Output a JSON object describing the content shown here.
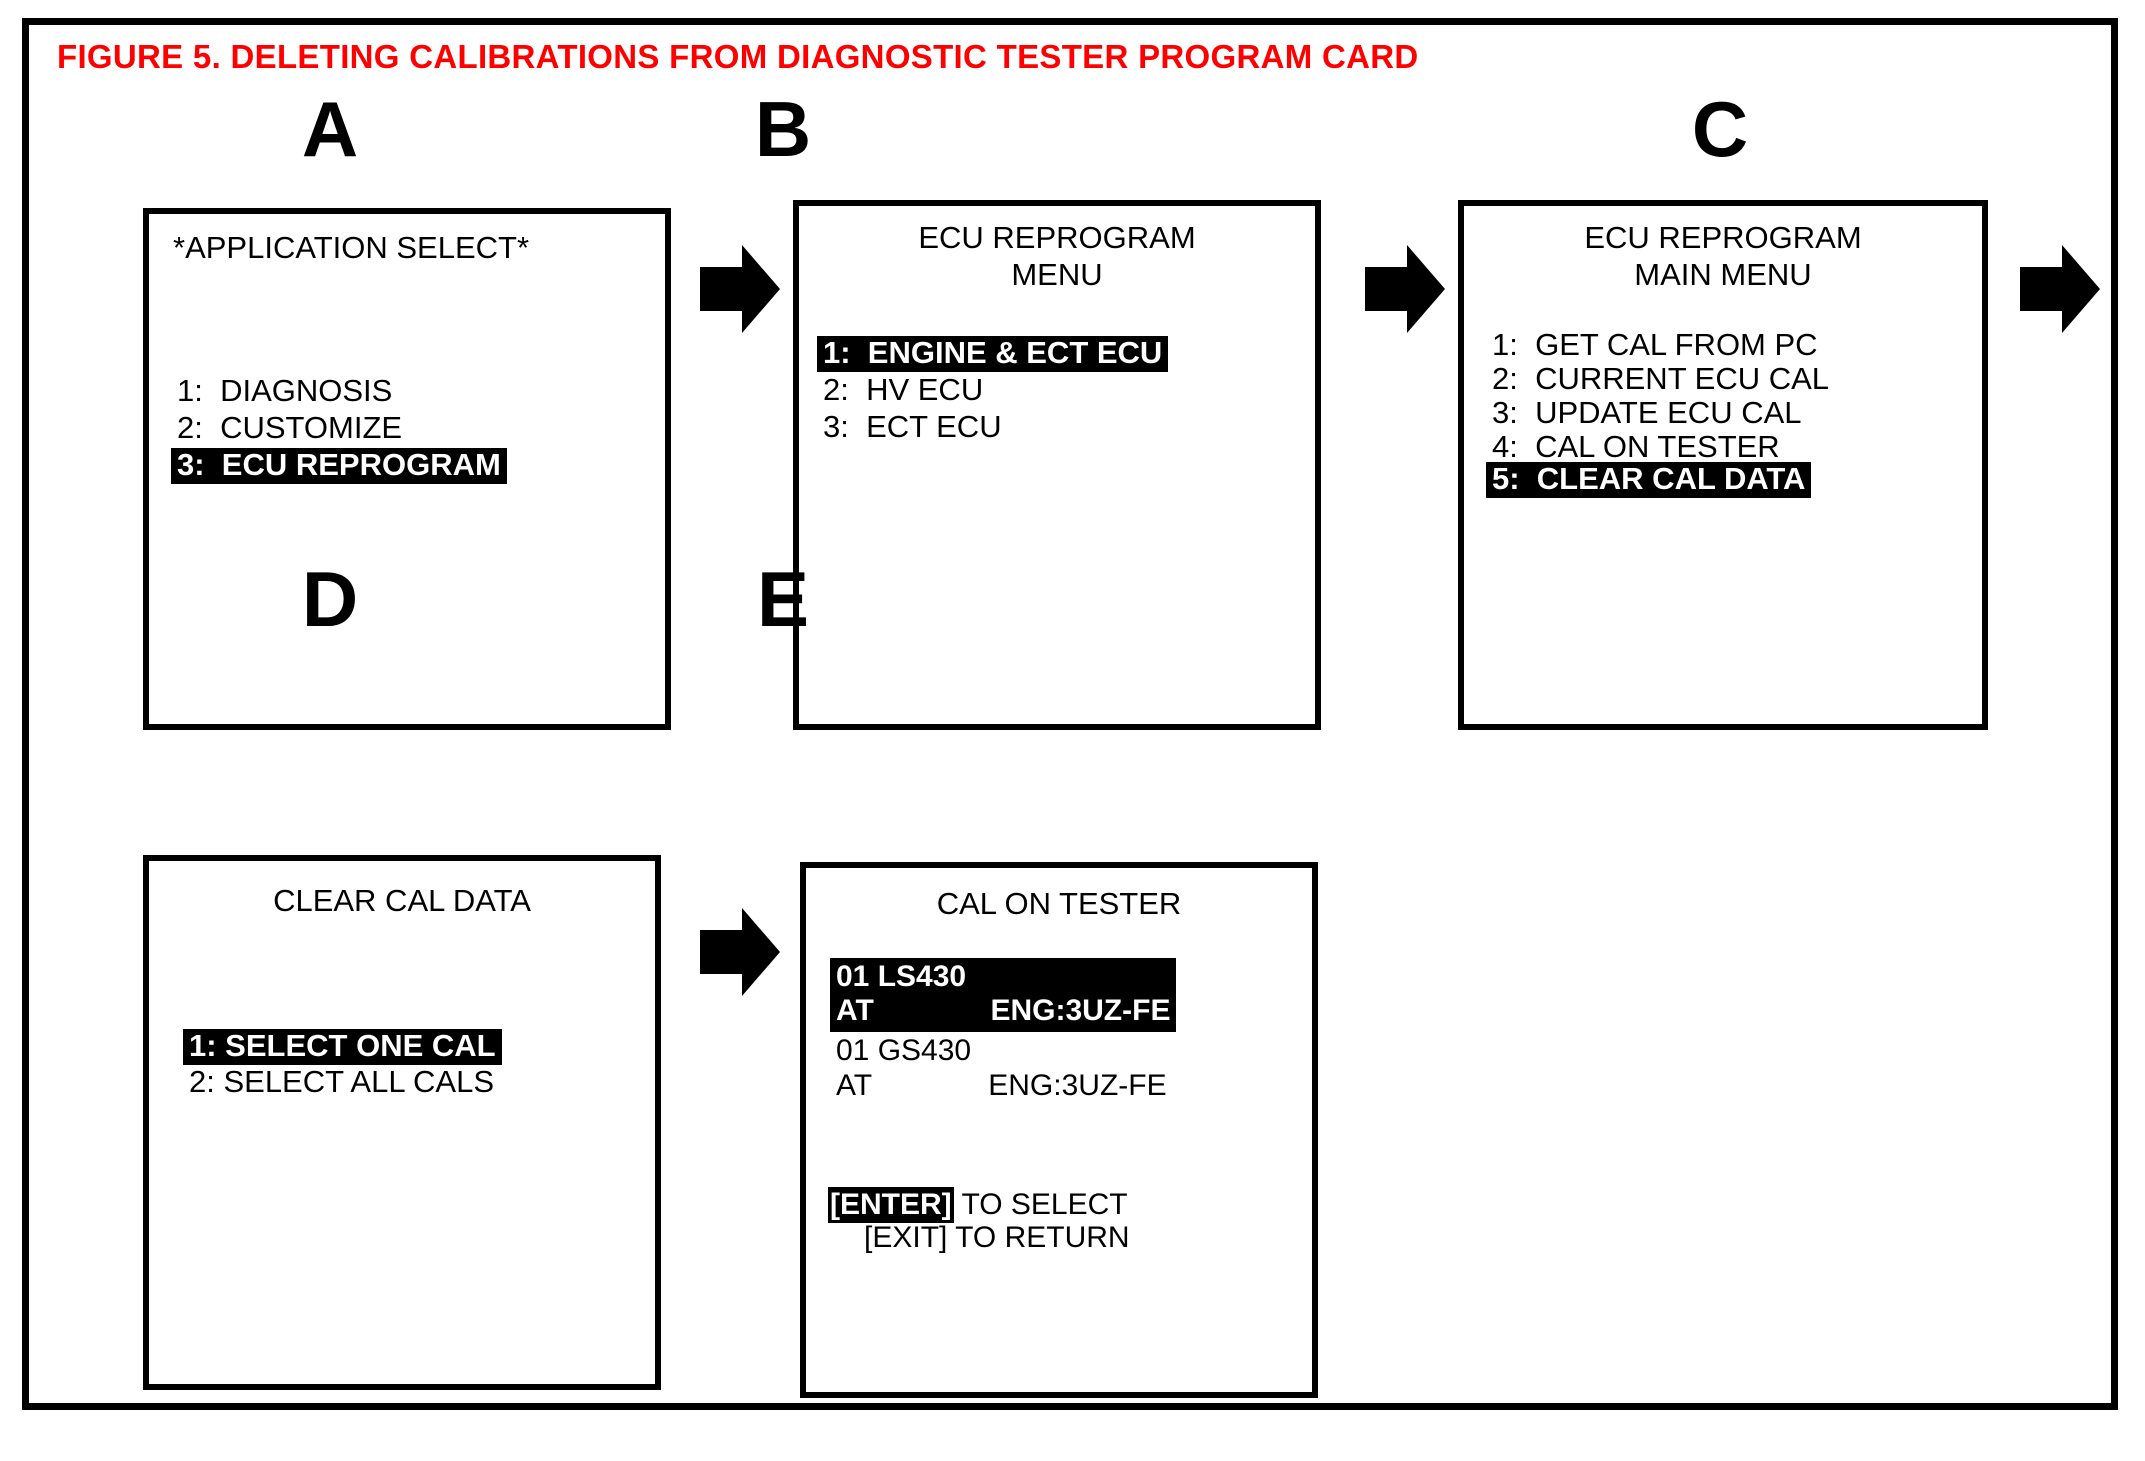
{
  "figure": {
    "title": "FIGURE 5.  DELETING CALIBRATIONS FROM DIAGNOSTIC TESTER PROGRAM CARD",
    "title_color": "#ff0000",
    "highlight_color": "#000000",
    "background_color": "#ffffff"
  },
  "panels": {
    "a": {
      "letter": "A",
      "title": "*APPLICATION SELECT*",
      "items": [
        {
          "text": "1:  DIAGNOSIS",
          "highlighted": false
        },
        {
          "text": "2:  CUSTOMIZE",
          "highlighted": false
        },
        {
          "text": "3:  ECU REPROGRAM",
          "highlighted": true
        }
      ]
    },
    "b": {
      "letter": "B",
      "title": "ECU REPROGRAM\nMENU",
      "items": [
        {
          "text": "1:  ENGINE & ECT ECU",
          "highlighted": true
        },
        {
          "text": "2:  HV ECU",
          "highlighted": false
        },
        {
          "text": "3:  ECT ECU",
          "highlighted": false
        }
      ]
    },
    "c": {
      "letter": "C",
      "title": "ECU REPROGRAM\nMAIN MENU",
      "items": [
        {
          "text": "1:  GET CAL FROM PC",
          "highlighted": false
        },
        {
          "text": "2:  CURRENT ECU CAL",
          "highlighted": false
        },
        {
          "text": "3:  UPDATE ECU CAL",
          "highlighted": false
        },
        {
          "text": "4:  CAL ON TESTER",
          "highlighted": false
        },
        {
          "text": "5:  CLEAR CAL DATA",
          "highlighted": true
        }
      ]
    },
    "d": {
      "letter": "D",
      "title": "CLEAR CAL DATA",
      "items": [
        {
          "text": "1: SELECT ONE CAL",
          "highlighted": true
        },
        {
          "text": "2: SELECT ALL CALS",
          "highlighted": false
        }
      ]
    },
    "e": {
      "letter": "E",
      "title": "CAL ON TESTER",
      "cals": [
        {
          "highlighted": true,
          "line1": "01 LS430",
          "line2": "AT              ENG:3UZ-FE"
        },
        {
          "highlighted": false,
          "line1": "01 GS430",
          "line2": "AT              ENG:3UZ-FE"
        }
      ],
      "footer": {
        "key_enter": "[ENTER]",
        "enter_action": " TO SELECT",
        "line2": "[EXIT] TO RETURN"
      }
    }
  },
  "arrows": [
    {
      "name": "arrow-a-to-b"
    },
    {
      "name": "arrow-b-to-c"
    },
    {
      "name": "arrow-c-to-d"
    },
    {
      "name": "arrow-d-to-e"
    }
  ]
}
